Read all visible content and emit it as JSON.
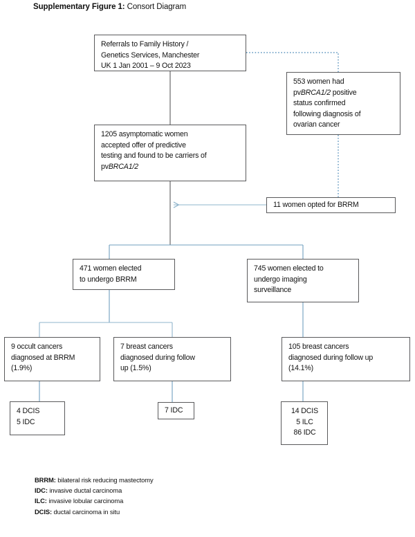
{
  "figure": {
    "title_lead": "Supplementary Figure 1:",
    "title_rest": " Consort Diagram"
  },
  "colors": {
    "box_border": "#59595b",
    "connector_solid": "#8fb4cc",
    "connector_dotted": "#3c7fb1",
    "trunk_dark": "#59595b",
    "text": "#111111",
    "background": "#ffffff"
  },
  "nodes": {
    "referrals": {
      "line1": "Referrals to Family History /",
      "line2": "Genetics Services, Manchester",
      "line3": "UK 1 Jan 2001 – 9 Oct 2023"
    },
    "ovarian": {
      "line1_a": "553  women had",
      "line2_a": "pv",
      "line2_i": "BRCA1/2",
      "line2_b": " positive",
      "line3_a": "status confirmed",
      "line4_a": "following diagnosis of",
      "line5_a": "ovarian cancer"
    },
    "asymptomatic": {
      "line1": "1205 asymptomatic women",
      "line2": "accepted offer of predictive",
      "line3": "testing and found to be carriers of",
      "line4_a": "pv",
      "line4_i": "BRCA1/2"
    },
    "opted": {
      "line1": "11 women opted for BRRM"
    },
    "elected_brrm": {
      "line1": "471 women elected",
      "line2": "to undergo BRRM"
    },
    "elected_imaging": {
      "line1": "745 women elected to",
      "line2": "undergo imaging",
      "line3": "surveillance"
    },
    "occult": {
      "line1": "9 occult cancers",
      "line2": "diagnosed at BRRM",
      "line3": " (1.9%)"
    },
    "followup_brrm": {
      "line1": "7 breast cancers",
      "line2": "diagnosed during follow",
      "line3": "up (1.5%)"
    },
    "followup_imaging": {
      "line1": "105 breast cancers",
      "line2": "diagnosed during follow up",
      "line3": "(14.1%)"
    },
    "histology_occult": {
      "line1": "4 DCIS",
      "line2": "5 IDC"
    },
    "histology_followup_brrm": {
      "line1": "7 IDC"
    },
    "histology_followup_imaging": {
      "line1": "14 DCIS",
      "line2": "5  ILC",
      "line3": "86 IDC"
    }
  },
  "legend": {
    "row1_key": "BRRM:",
    "row1_val": " bilateral risk reducing mastectomy",
    "row2_key": "IDC:",
    "row2_val": " invasive ductal carcinoma",
    "row3_key": "ILC:",
    "row3_val": " invasive lobular carcinoma",
    "row4_key": "DCIS:",
    "row4_val": " ductal carcinoma in situ"
  }
}
